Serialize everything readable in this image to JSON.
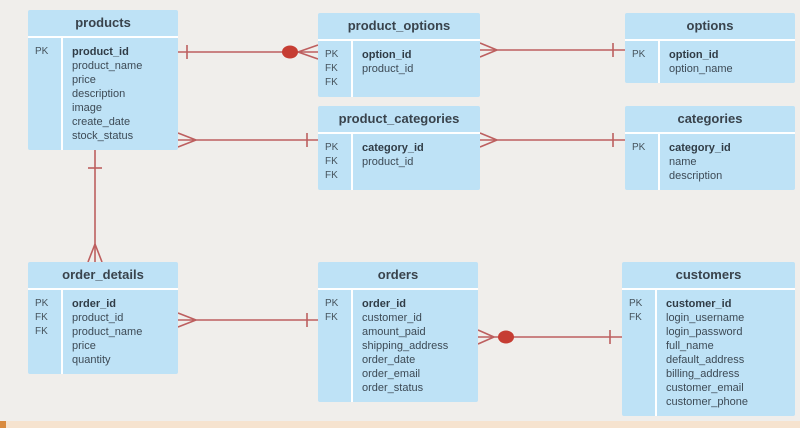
{
  "diagram": {
    "type": "entity-relationship-diagram",
    "colors": {
      "background": "#f0eeeb",
      "table_fill": "#bee2f6",
      "separator": "#ffffff",
      "text": "#3d4a55",
      "relation_line": "#bd5f5f",
      "relation_dot": "#c63d33",
      "footer_strip": "#f6e3cf",
      "footer_corner": "#d98a3e"
    },
    "tables": [
      {
        "id": "products",
        "title": "products",
        "rows": [
          {
            "key": "PK",
            "name": "product_id",
            "pk": true
          },
          {
            "key": "",
            "name": "product_name"
          },
          {
            "key": "",
            "name": "price"
          },
          {
            "key": "",
            "name": "description"
          },
          {
            "key": "",
            "name": "image"
          },
          {
            "key": "",
            "name": "create_date"
          },
          {
            "key": "",
            "name": "stock_status"
          }
        ]
      },
      {
        "id": "product_options",
        "title": "product_options",
        "rows": [
          {
            "key": "PK",
            "name": "option_id",
            "pk": true
          },
          {
            "key": "FK",
            "name": "product_id"
          },
          {
            "key": "FK",
            "name": ""
          }
        ]
      },
      {
        "id": "options",
        "title": "options",
        "rows": [
          {
            "key": "PK",
            "name": "option_id",
            "pk": true
          },
          {
            "key": "",
            "name": "option_name"
          }
        ]
      },
      {
        "id": "product_categories",
        "title": "product_categories",
        "rows": [
          {
            "key": "PK",
            "name": "category_id",
            "pk": true
          },
          {
            "key": "FK",
            "name": "product_id"
          },
          {
            "key": "FK",
            "name": ""
          }
        ]
      },
      {
        "id": "categories",
        "title": "categories",
        "rows": [
          {
            "key": "PK",
            "name": "category_id",
            "pk": true
          },
          {
            "key": "",
            "name": "name"
          },
          {
            "key": "",
            "name": "description"
          }
        ]
      },
      {
        "id": "order_details",
        "title": "order_details",
        "rows": [
          {
            "key": "PK",
            "name": "order_id",
            "pk": true
          },
          {
            "key": "FK",
            "name": "product_id"
          },
          {
            "key": "FK",
            "name": "product_name"
          },
          {
            "key": "",
            "name": "price"
          },
          {
            "key": "",
            "name": "quantity"
          }
        ]
      },
      {
        "id": "orders",
        "title": "orders",
        "rows": [
          {
            "key": "PK",
            "name": "order_id",
            "pk": true
          },
          {
            "key": "FK",
            "name": "customer_id"
          },
          {
            "key": "",
            "name": "amount_paid"
          },
          {
            "key": "",
            "name": "shipping_address"
          },
          {
            "key": "",
            "name": "order_date"
          },
          {
            "key": "",
            "name": "order_email"
          },
          {
            "key": "",
            "name": "order_status"
          }
        ]
      },
      {
        "id": "customers",
        "title": "customers",
        "rows": [
          {
            "key": "PK",
            "name": "customer_id",
            "pk": true
          },
          {
            "key": "FK",
            "name": "login_username"
          },
          {
            "key": "",
            "name": "login_password"
          },
          {
            "key": "",
            "name": "full_name"
          },
          {
            "key": "",
            "name": "default_address"
          },
          {
            "key": "",
            "name": "billing_address"
          },
          {
            "key": "",
            "name": "customer_email"
          },
          {
            "key": "",
            "name": "customer_phone"
          }
        ]
      }
    ],
    "relations": [
      {
        "from": "products",
        "to": "product_options",
        "from_cardinality": "one",
        "to_cardinality": "many",
        "dot": true
      },
      {
        "from": "product_options",
        "to": "options",
        "from_cardinality": "many",
        "to_cardinality": "one",
        "dot": false
      },
      {
        "from": "products",
        "to": "product_categories",
        "from_cardinality": "many",
        "to_cardinality": "one",
        "dot": false
      },
      {
        "from": "product_categories",
        "to": "categories",
        "from_cardinality": "many",
        "to_cardinality": "one",
        "dot": false
      },
      {
        "from": "products",
        "to": "order_details",
        "from_cardinality": "one",
        "to_cardinality": "many",
        "dot": false
      },
      {
        "from": "order_details",
        "to": "orders",
        "from_cardinality": "many",
        "to_cardinality": "one",
        "dot": false
      },
      {
        "from": "orders",
        "to": "customers",
        "from_cardinality": "many",
        "to_cardinality": "one",
        "dot": true
      }
    ]
  }
}
